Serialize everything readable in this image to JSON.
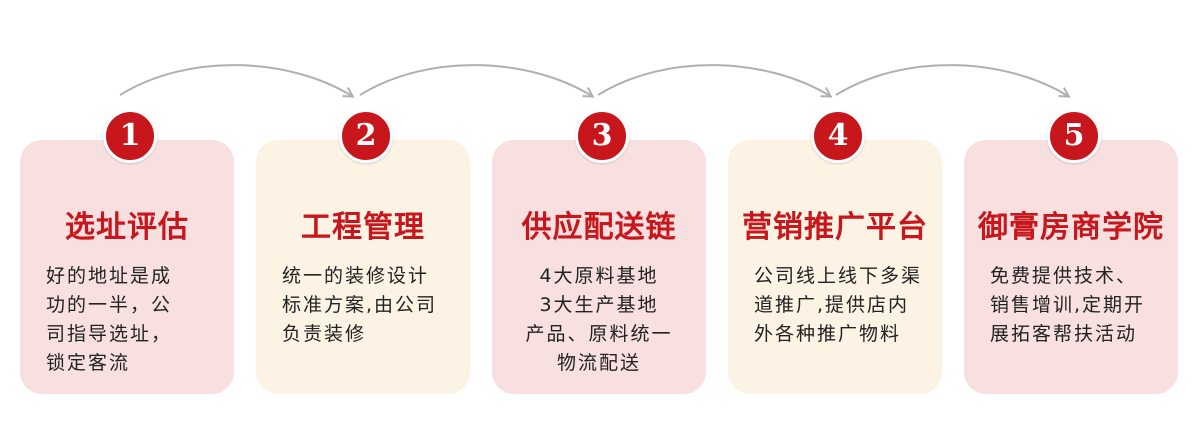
{
  "colors": {
    "accent": "#c8161d",
    "card_pink": "#f9e0e0",
    "card_cream": "#fdf3e4",
    "arrow": "#b0b0b0"
  },
  "steps": [
    {
      "number": "1",
      "title": "选址评估",
      "lines": [
        "好的地址是成",
        "功的一半，公",
        "司指导选址，",
        "锁定客流"
      ]
    },
    {
      "number": "2",
      "title": "工程管理",
      "lines": [
        "统一的装修设计",
        "标准方案,由公司",
        "负责装修"
      ]
    },
    {
      "number": "3",
      "title": "供应配送链",
      "lines": [
        "4大原料基地",
        "3大生产基地",
        "产品、原料统一",
        "物流配送"
      ]
    },
    {
      "number": "4",
      "title": "营销推广平台",
      "lines": [
        "公司线上线下多渠",
        "道推广,提供店内",
        "外各种推广物料"
      ]
    },
    {
      "number": "5",
      "title": "御膏房商学院",
      "lines": [
        "免费提供技术、",
        "销售增训,定期开",
        "展拓客帮扶活动"
      ]
    }
  ]
}
